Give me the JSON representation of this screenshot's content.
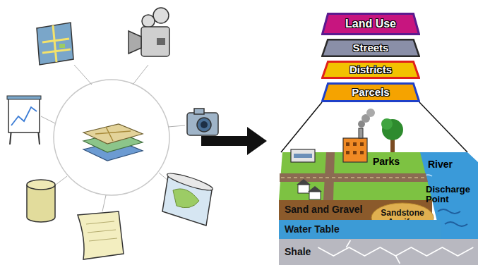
{
  "diagram": {
    "nodes": [
      {
        "text": [
          "Land Use"
        ]
      },
      {
        "text": [
          "Streets"
        ]
      },
      {
        "text": [
          "Districts"
        ]
      },
      {
        "text": [
          "Parcels"
        ]
      },
      {
        "text": [
          "Sand and Gravel"
        ]
      },
      {
        "text": [
          "Sandstone Aquifer"
        ]
      },
      {
        "text": [
          "Water Table"
        ]
      },
      {
        "text": [
          "Shale"
        ]
      }
    ],
    "labels": [
      "Parks",
      "River",
      "Discharge Point"
    ]
  }
}
